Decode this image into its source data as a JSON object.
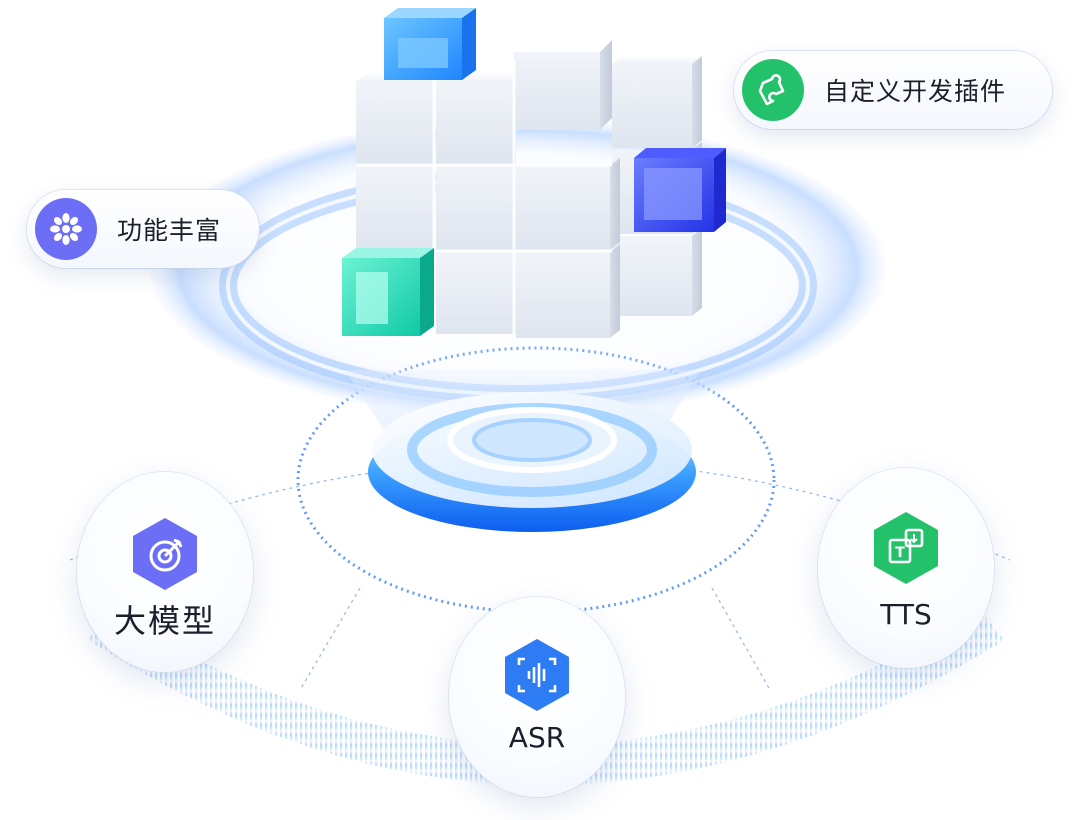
{
  "features_pill": {
    "label": "功能丰富",
    "icon": "sparkle-icon",
    "color": "#6c6ef5"
  },
  "plugins_pill": {
    "label": "自定义开发插件",
    "icon": "puzzle-icon",
    "color": "#23c26a"
  },
  "nodes": {
    "llm": {
      "label": "大模型",
      "icon": "target-icon",
      "color": "#6c6ef5"
    },
    "asr": {
      "label": "ASR",
      "icon": "voice-scan-icon",
      "color": "#2d7cf3"
    },
    "tts": {
      "label": "TTS",
      "icon": "text-transform-icon",
      "color": "#23c26a"
    }
  },
  "cube_accent_colors": {
    "blue": "#35a4ff",
    "indigo": "#3a4cf0",
    "teal": "#1fd6b4"
  }
}
